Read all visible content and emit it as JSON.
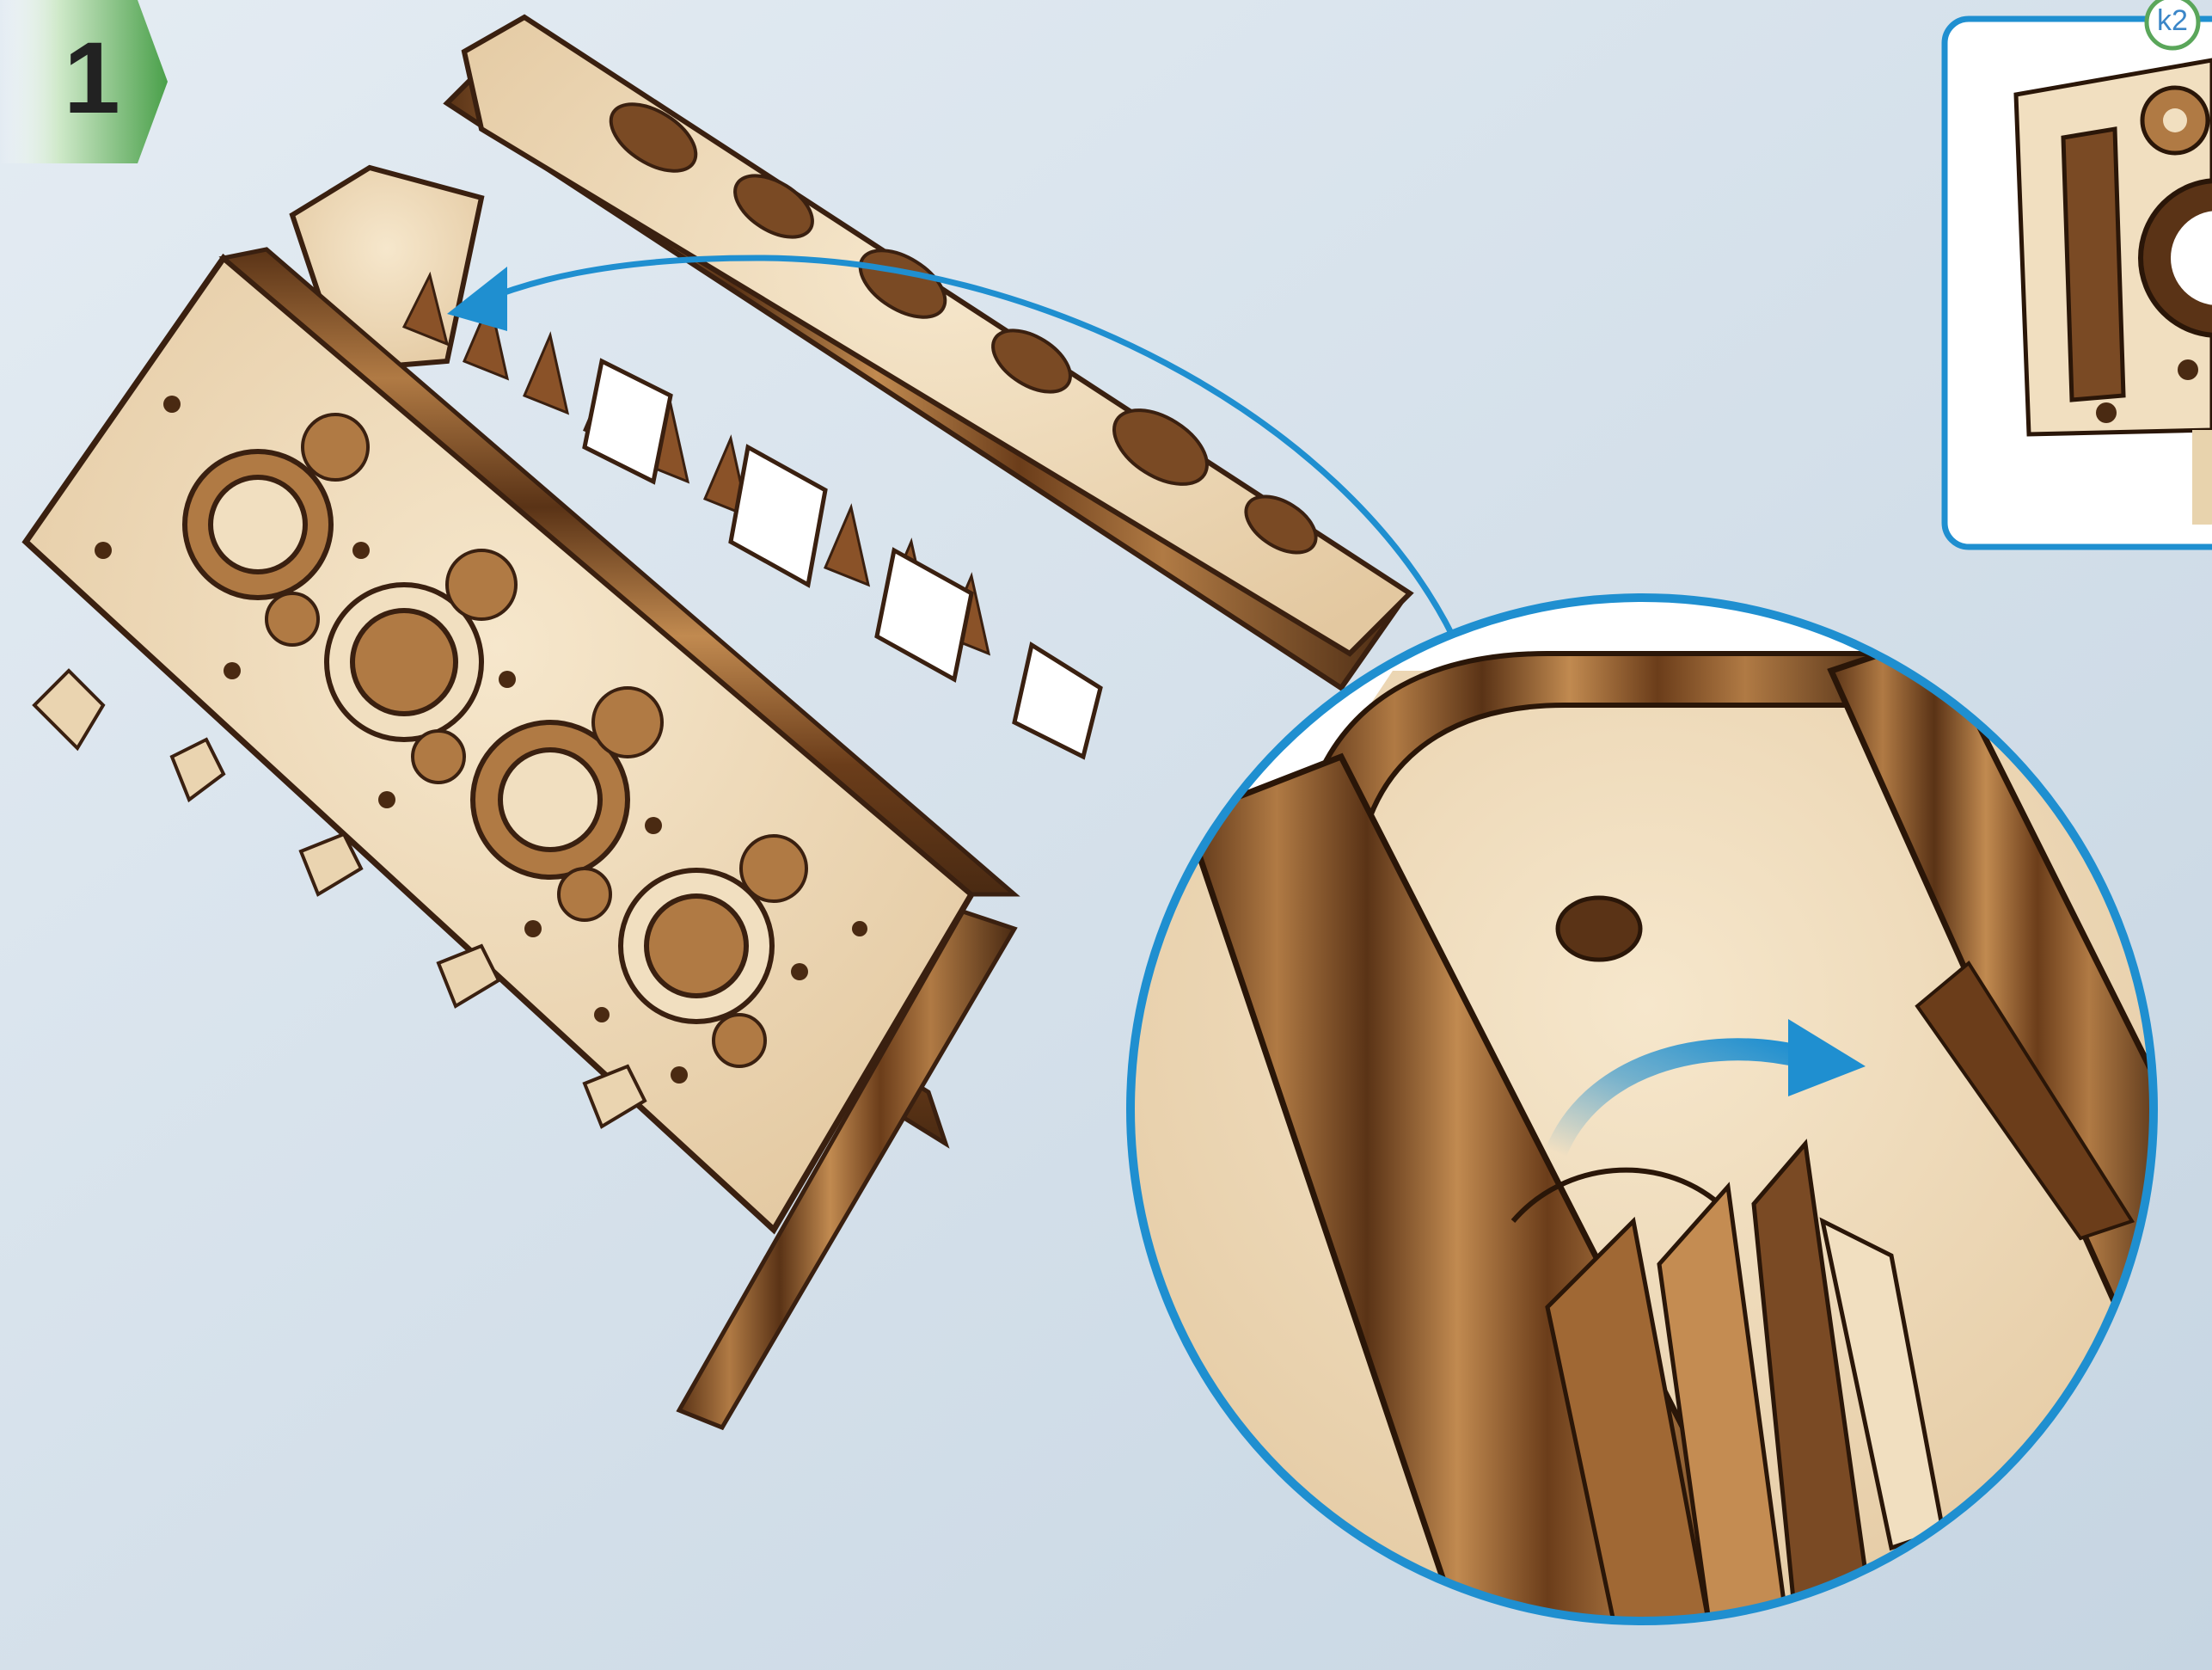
{
  "step": {
    "number": "1"
  },
  "part_callout": {
    "label": "k2"
  },
  "colors": {
    "background_top": "#dde7ef",
    "background_bottom": "#c7d6e3",
    "step_badge_green": "#7cc47a",
    "step_badge_green_dark": "#4aa04a",
    "callout_border_blue": "#1f8fd0",
    "arrow_blue": "#1f8fd0",
    "wood_light": "#f1dfc0",
    "wood_mid": "#d9bb8c",
    "wood_dark": "#7a4a24",
    "wood_darkest": "#4a2a12"
  },
  "icons": {
    "step_badge": "step-number-badge",
    "main_arrow": "curved-arrow-icon",
    "detail_arrow": "curved-arrow-icon",
    "part_thumbnail": "wooden-part-k2"
  }
}
